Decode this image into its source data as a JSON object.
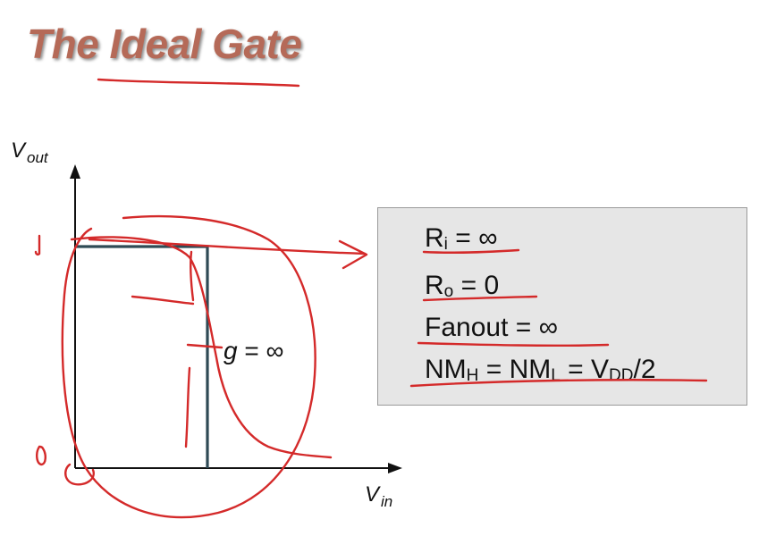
{
  "slide": {
    "title": "The Ideal Gate"
  },
  "graph": {
    "y_axis": {
      "symbol": "V",
      "subscript": "out"
    },
    "x_axis": {
      "symbol": "V",
      "subscript": "in"
    },
    "gain": {
      "symbol": "g",
      "rest": " = ∞"
    }
  },
  "properties": {
    "ri": {
      "base": "R",
      "sub": "i",
      "rest": " = ∞"
    },
    "ro": {
      "base": "R",
      "sub": "o",
      "rest": " = 0"
    },
    "fanout": {
      "text": "Fanout = ∞"
    },
    "nm": {
      "a": "NM",
      "a_sub": "H",
      "b": " = NM",
      "b_sub": "L",
      "c": " = V",
      "c_sub": "DD",
      "d": "/2"
    }
  },
  "colors": {
    "title": "#b56a58",
    "axis": "#111111",
    "transfer_curve": "#2f4a55",
    "ink": "#d42a2a",
    "box_fill": "#e6e6e6",
    "box_border": "#9a9a9a"
  }
}
